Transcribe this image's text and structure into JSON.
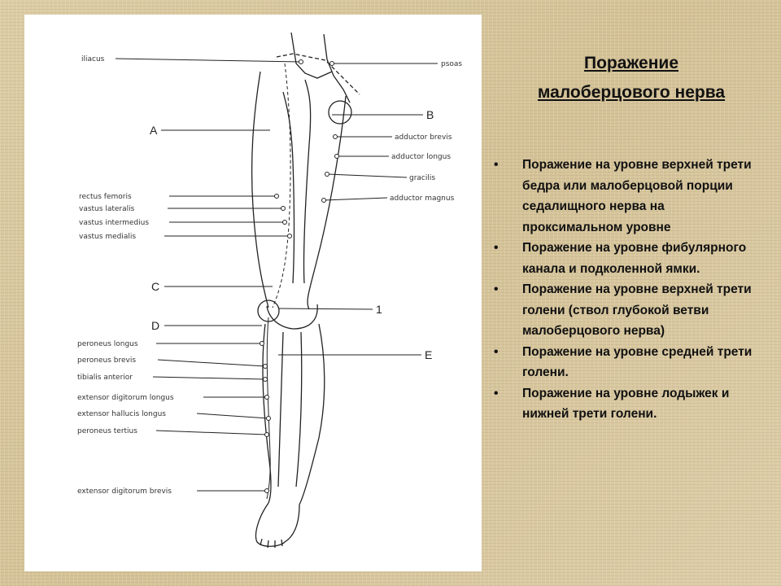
{
  "title": {
    "line1": "Поражение",
    "line2": "малоберцового нерва"
  },
  "bullets": [
    "Поражение на уровне верхней трети бедра или малоберцовой порции седалищного нерва на проксимальном уровне",
    "Поражение на уровне фибулярного канала и подколенной ямки.",
    "Поражение на уровне верхней трети голени (ствол глубокой ветви малоберцового нерва)",
    "Поражение на уровне средней трети голени.",
    "Поражение на уровне лодыжек и нижней трети голени."
  ],
  "bullet_symbol": "•",
  "figure": {
    "left_labels": {
      "iliacus": "iliacus",
      "rectus_femoris": "rectus femoris",
      "vastus_lateralis": "vastus lateralis",
      "vastus_intermedius": "vastus intermedius",
      "vastus_medialis": "vastus medialis",
      "peroneus_longus": "peroneus longus",
      "peroneus_brevis": "peroneus brevis",
      "tibialis_anterior": "tibialis anterior",
      "extensor_digitorum_longus": "extensor digitorum longus",
      "extensor_hallucis_longus": "extensor hallucis longus",
      "peroneus_tertius": "peroneus tertius",
      "extensor_digitorum_brevis": "extensor digitorum brevis"
    },
    "right_labels": {
      "psoas": "psoas",
      "adductor_brevis": "adductor brevis",
      "adductor_longus": "adductor longus",
      "gracilis": "gracilis",
      "adductor_magnus": "adductor magnus"
    },
    "letters": {
      "A": "A",
      "B": "B",
      "C": "C",
      "D": "D",
      "E": "E",
      "one": "1"
    }
  },
  "colors": {
    "background": "#d9c9a0",
    "text": "#111111",
    "figure_bg": "#ffffff"
  }
}
